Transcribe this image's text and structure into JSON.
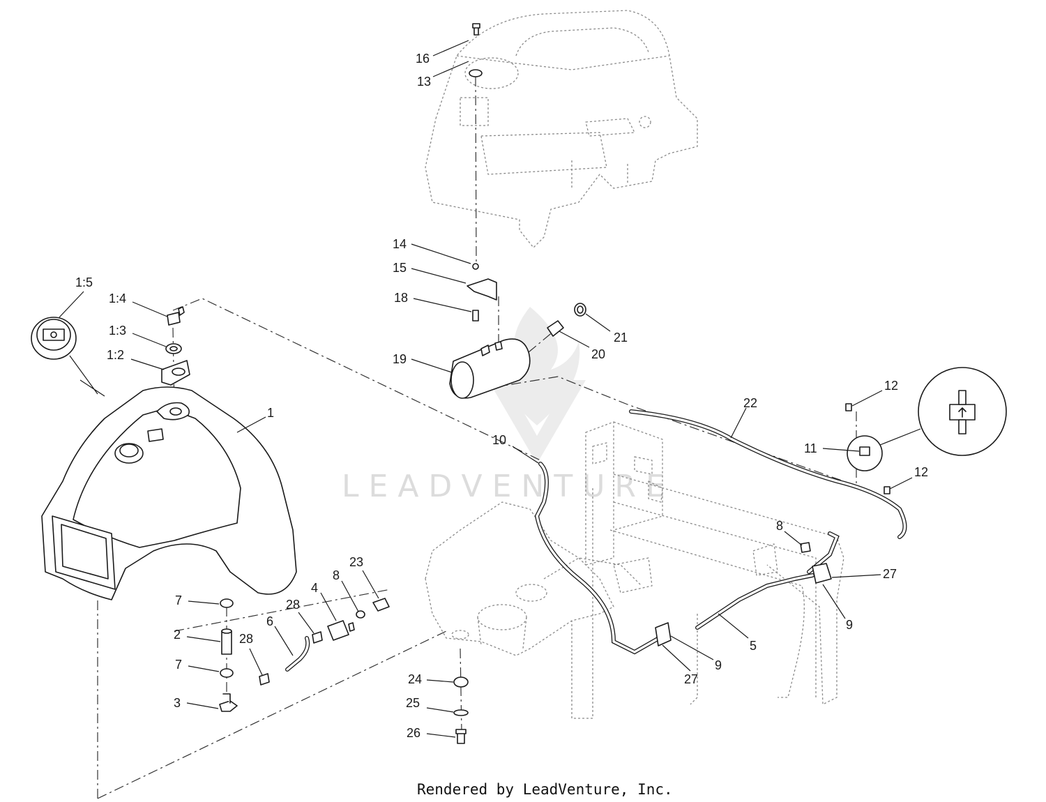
{
  "watermark": "LEADVENTURE",
  "credit": "Rendered by LeadVenture, Inc.",
  "callouts": {
    "c16": "16",
    "c13": "13",
    "c14": "14",
    "c15": "15",
    "c18": "18",
    "c19": "19",
    "c20": "20",
    "c21": "21",
    "c22": "22",
    "c12a": "12",
    "c11": "11",
    "c12b": "12",
    "c10": "10",
    "c1_5": "1:5",
    "c1_4": "1:4",
    "c1_3": "1:3",
    "c1_2": "1:2",
    "c1": "1",
    "c8a": "8",
    "c27a": "27",
    "c9a": "9",
    "c5": "5",
    "c9b": "9",
    "c27b": "27",
    "c23": "23",
    "c8b": "8",
    "c4": "4",
    "c28a": "28",
    "c6": "6",
    "c28b": "28",
    "c7a": "7",
    "c2": "2",
    "c7b": "7",
    "c3": "3",
    "c24": "24",
    "c25": "25",
    "c26": "26"
  },
  "colors": {
    "line": "#1a1a1a",
    "ghost": "#8a8a8a",
    "watermark": "#dcdcdc"
  }
}
